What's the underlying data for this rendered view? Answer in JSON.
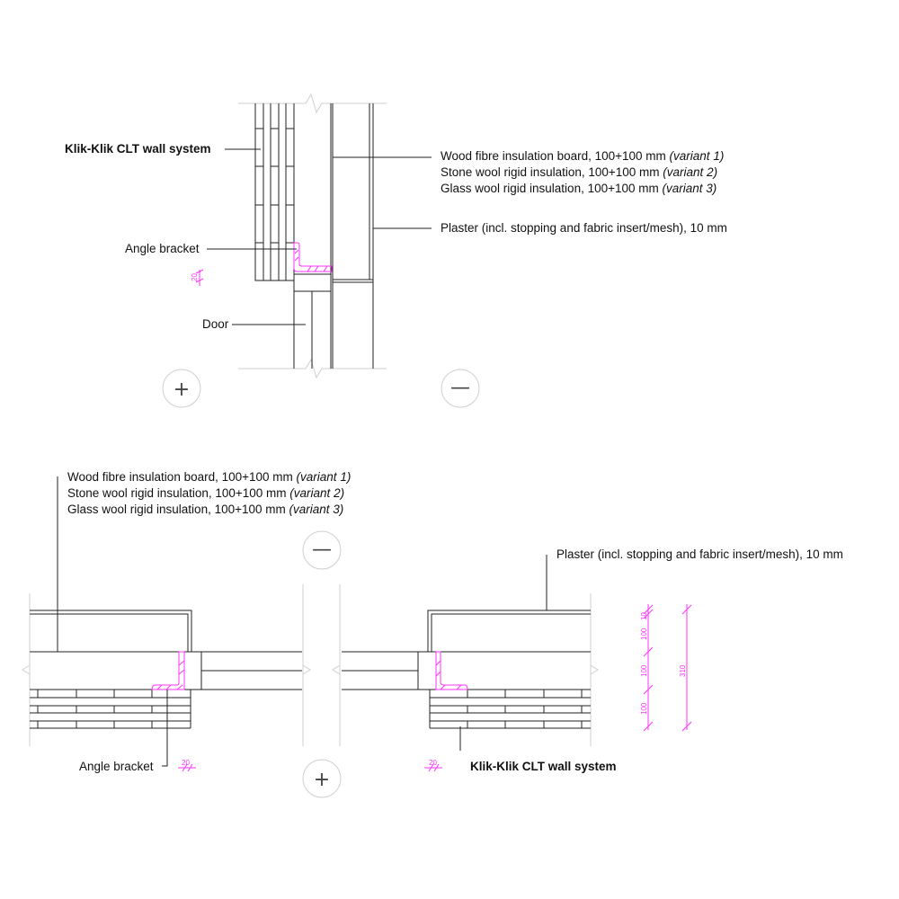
{
  "top_detail": {
    "wall_system_label": "Klik-Klik CLT wall system",
    "insulation_variants": [
      {
        "text": "Wood fibre insulation board, 100+100 mm",
        "variant": "(variant 1)"
      },
      {
        "text": "Stone wool rigid insulation, 100+100 mm",
        "variant": "(variant 2)"
      },
      {
        "text": "Glass wool rigid insulation, 100+100 mm",
        "variant": "(variant 3)"
      }
    ],
    "plaster_label": "Plaster (incl. stopping and fabric insert/mesh), 10 mm",
    "bracket_label": "Angle bracket",
    "door_label": "Door",
    "dimension": "20",
    "plus_symbol": "+",
    "minus_symbol": "—"
  },
  "bottom_detail": {
    "insulation_variants": [
      {
        "text": "Wood fibre insulation board, 100+100 mm",
        "variant": "(variant 1)"
      },
      {
        "text": "Stone wool rigid insulation, 100+100 mm",
        "variant": "(variant 2)"
      },
      {
        "text": "Glass wool rigid insulation, 100+100 mm",
        "variant": "(variant 3)"
      }
    ],
    "plaster_label": "Plaster (incl. stopping and fabric insert/mesh), 10 mm",
    "bracket_label": "Angle bracket",
    "wall_system_label": "Klik-Klik CLT wall system",
    "dimension_left": "20",
    "dimension_right": "20",
    "dimension_chain": [
      "10",
      "100",
      "100",
      "100"
    ],
    "dimension_total": "310",
    "plus_symbol": "+",
    "minus_symbol": "—"
  },
  "colors": {
    "line": "#222222",
    "bracket": "#ff33ff",
    "guide": "#cfcfcf"
  }
}
